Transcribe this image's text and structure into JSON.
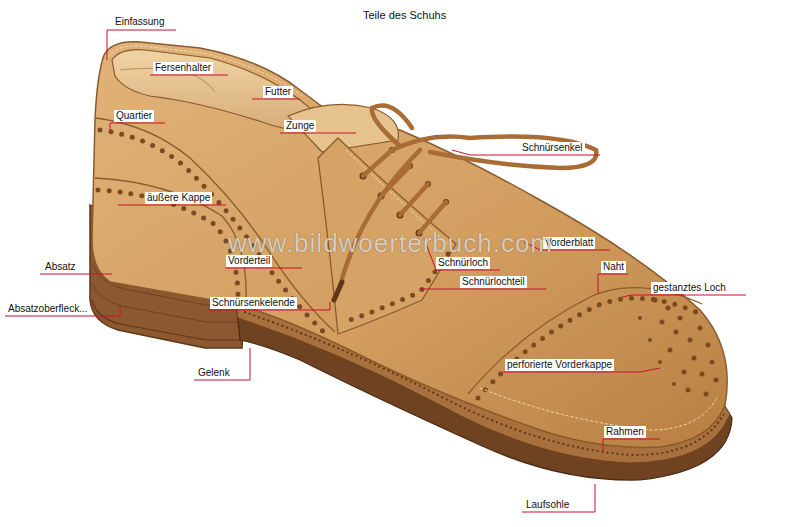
{
  "diagram": {
    "title": "Teile des Schuhs",
    "labels": [
      "Einfassung",
      "Fersenhalter",
      "Futter",
      "Quartier",
      "Zunge",
      "Schnürsenkel",
      "äußere Kappe",
      "Vorderblatt",
      "Vorderteil",
      "Schnürloch",
      "Absatz",
      "Naht",
      "Schnürlochteil",
      "gestanztes Loch",
      "Schnürsenkelende",
      "Absatzoberfleck...",
      "perforierte Vorderkappe",
      "Gelenk",
      "Rahmen",
      "Laufsohle",
      "www.bildwoerterbuch.com"
    ]
  }
}
